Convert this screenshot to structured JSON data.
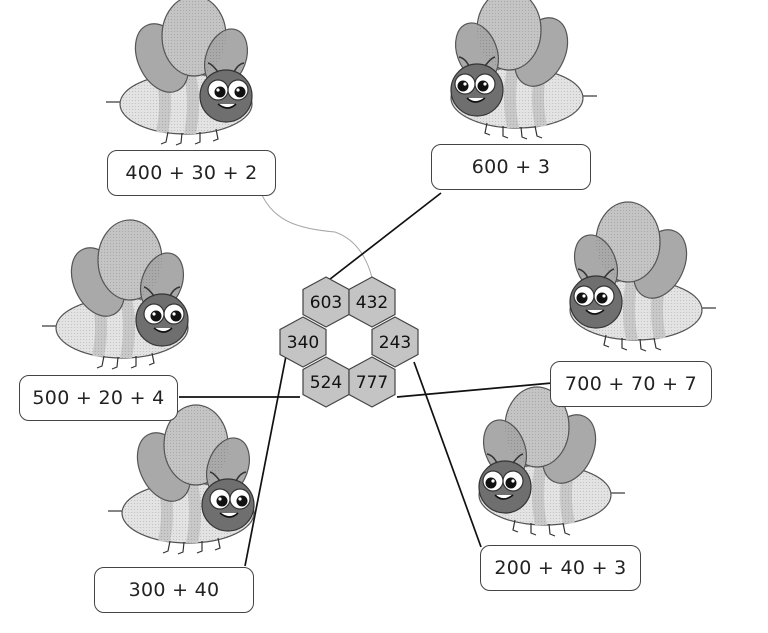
{
  "expressions": [
    {
      "id": "b1",
      "text": "400 + 30 + 2"
    },
    {
      "id": "b2",
      "text": "600 + 3"
    },
    {
      "id": "b3",
      "text": "500 + 20 + 4"
    },
    {
      "id": "b4",
      "text": "700 + 70 + 7"
    },
    {
      "id": "b5",
      "text": "300 + 40"
    },
    {
      "id": "b6",
      "text": "200 + 40 + 3"
    }
  ],
  "honeycomb": [
    {
      "label": "603"
    },
    {
      "label": "432"
    },
    {
      "label": "340"
    },
    {
      "label": "243"
    },
    {
      "label": "524"
    },
    {
      "label": "777"
    }
  ],
  "matches": [
    {
      "expression": "400 + 30 + 2",
      "number": "432",
      "style": "faint"
    },
    {
      "expression": "600 + 3",
      "number": "603",
      "style": "solid"
    },
    {
      "expression": "500 + 20 + 4",
      "number": "524",
      "style": "solid"
    },
    {
      "expression": "700 + 70 + 7",
      "number": "777",
      "style": "solid"
    },
    {
      "expression": "300 + 40",
      "number": "340",
      "style": "solid"
    },
    {
      "expression": "200 + 40 + 3",
      "number": "243",
      "style": "solid"
    }
  ],
  "colors": {
    "hexagon": "#c4c4c4",
    "wing": "#b0b0b0",
    "body": "#e4e4e4",
    "stripe": "#c8c8c8",
    "head": "#707070",
    "line": "#111111",
    "faint_line": "#a8a8a8"
  }
}
